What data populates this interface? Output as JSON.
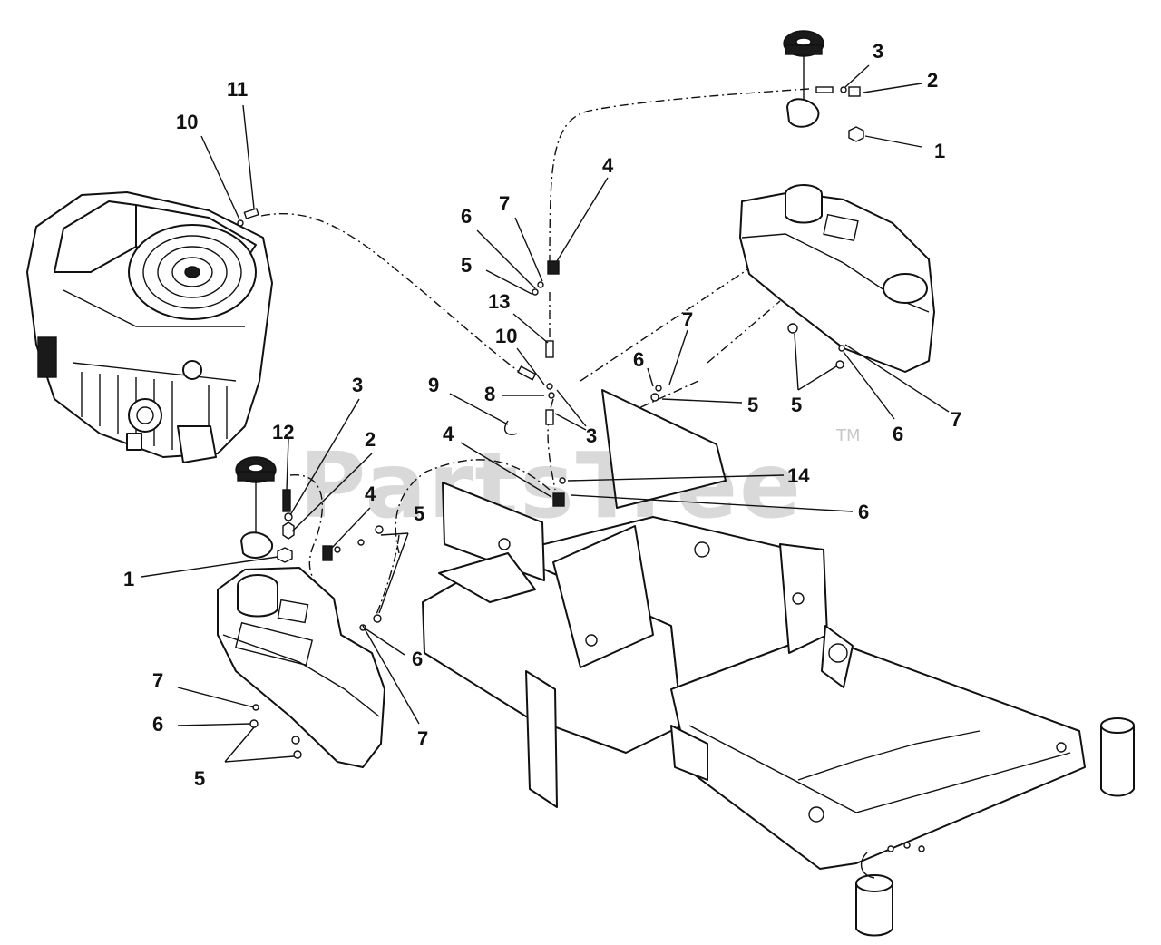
{
  "watermark": {
    "text": "PartsTree",
    "trademark": "TM"
  },
  "callouts": [
    {
      "id": "c1",
      "label": "3"
    },
    {
      "id": "c2",
      "label": "2"
    },
    {
      "id": "c3",
      "label": "1"
    },
    {
      "id": "c4",
      "label": "11"
    },
    {
      "id": "c5",
      "label": "10"
    },
    {
      "id": "c6",
      "label": "4"
    },
    {
      "id": "c7",
      "label": "7"
    },
    {
      "id": "c8",
      "label": "6"
    },
    {
      "id": "c9",
      "label": "5"
    },
    {
      "id": "c10",
      "label": "13"
    },
    {
      "id": "c11",
      "label": "10"
    },
    {
      "id": "c12",
      "label": "8"
    },
    {
      "id": "c13",
      "label": "9"
    },
    {
      "id": "c14",
      "label": "3"
    },
    {
      "id": "c15",
      "label": "4"
    },
    {
      "id": "c16",
      "label": "7"
    },
    {
      "id": "c17",
      "label": "6"
    },
    {
      "id": "c18",
      "label": "5"
    },
    {
      "id": "c19",
      "label": "5"
    },
    {
      "id": "c20",
      "label": "6"
    },
    {
      "id": "c21",
      "label": "7"
    },
    {
      "id": "c22",
      "label": "14"
    },
    {
      "id": "c23",
      "label": "6"
    },
    {
      "id": "c24",
      "label": "3"
    },
    {
      "id": "c25",
      "label": "12"
    },
    {
      "id": "c26",
      "label": "2"
    },
    {
      "id": "c27",
      "label": "4"
    },
    {
      "id": "c28",
      "label": "5"
    },
    {
      "id": "c29",
      "label": "1"
    },
    {
      "id": "c30",
      "label": "6"
    },
    {
      "id": "c31",
      "label": "7"
    },
    {
      "id": "c32",
      "label": "7"
    },
    {
      "id": "c33",
      "label": "6"
    },
    {
      "id": "c34",
      "label": "5"
    }
  ]
}
